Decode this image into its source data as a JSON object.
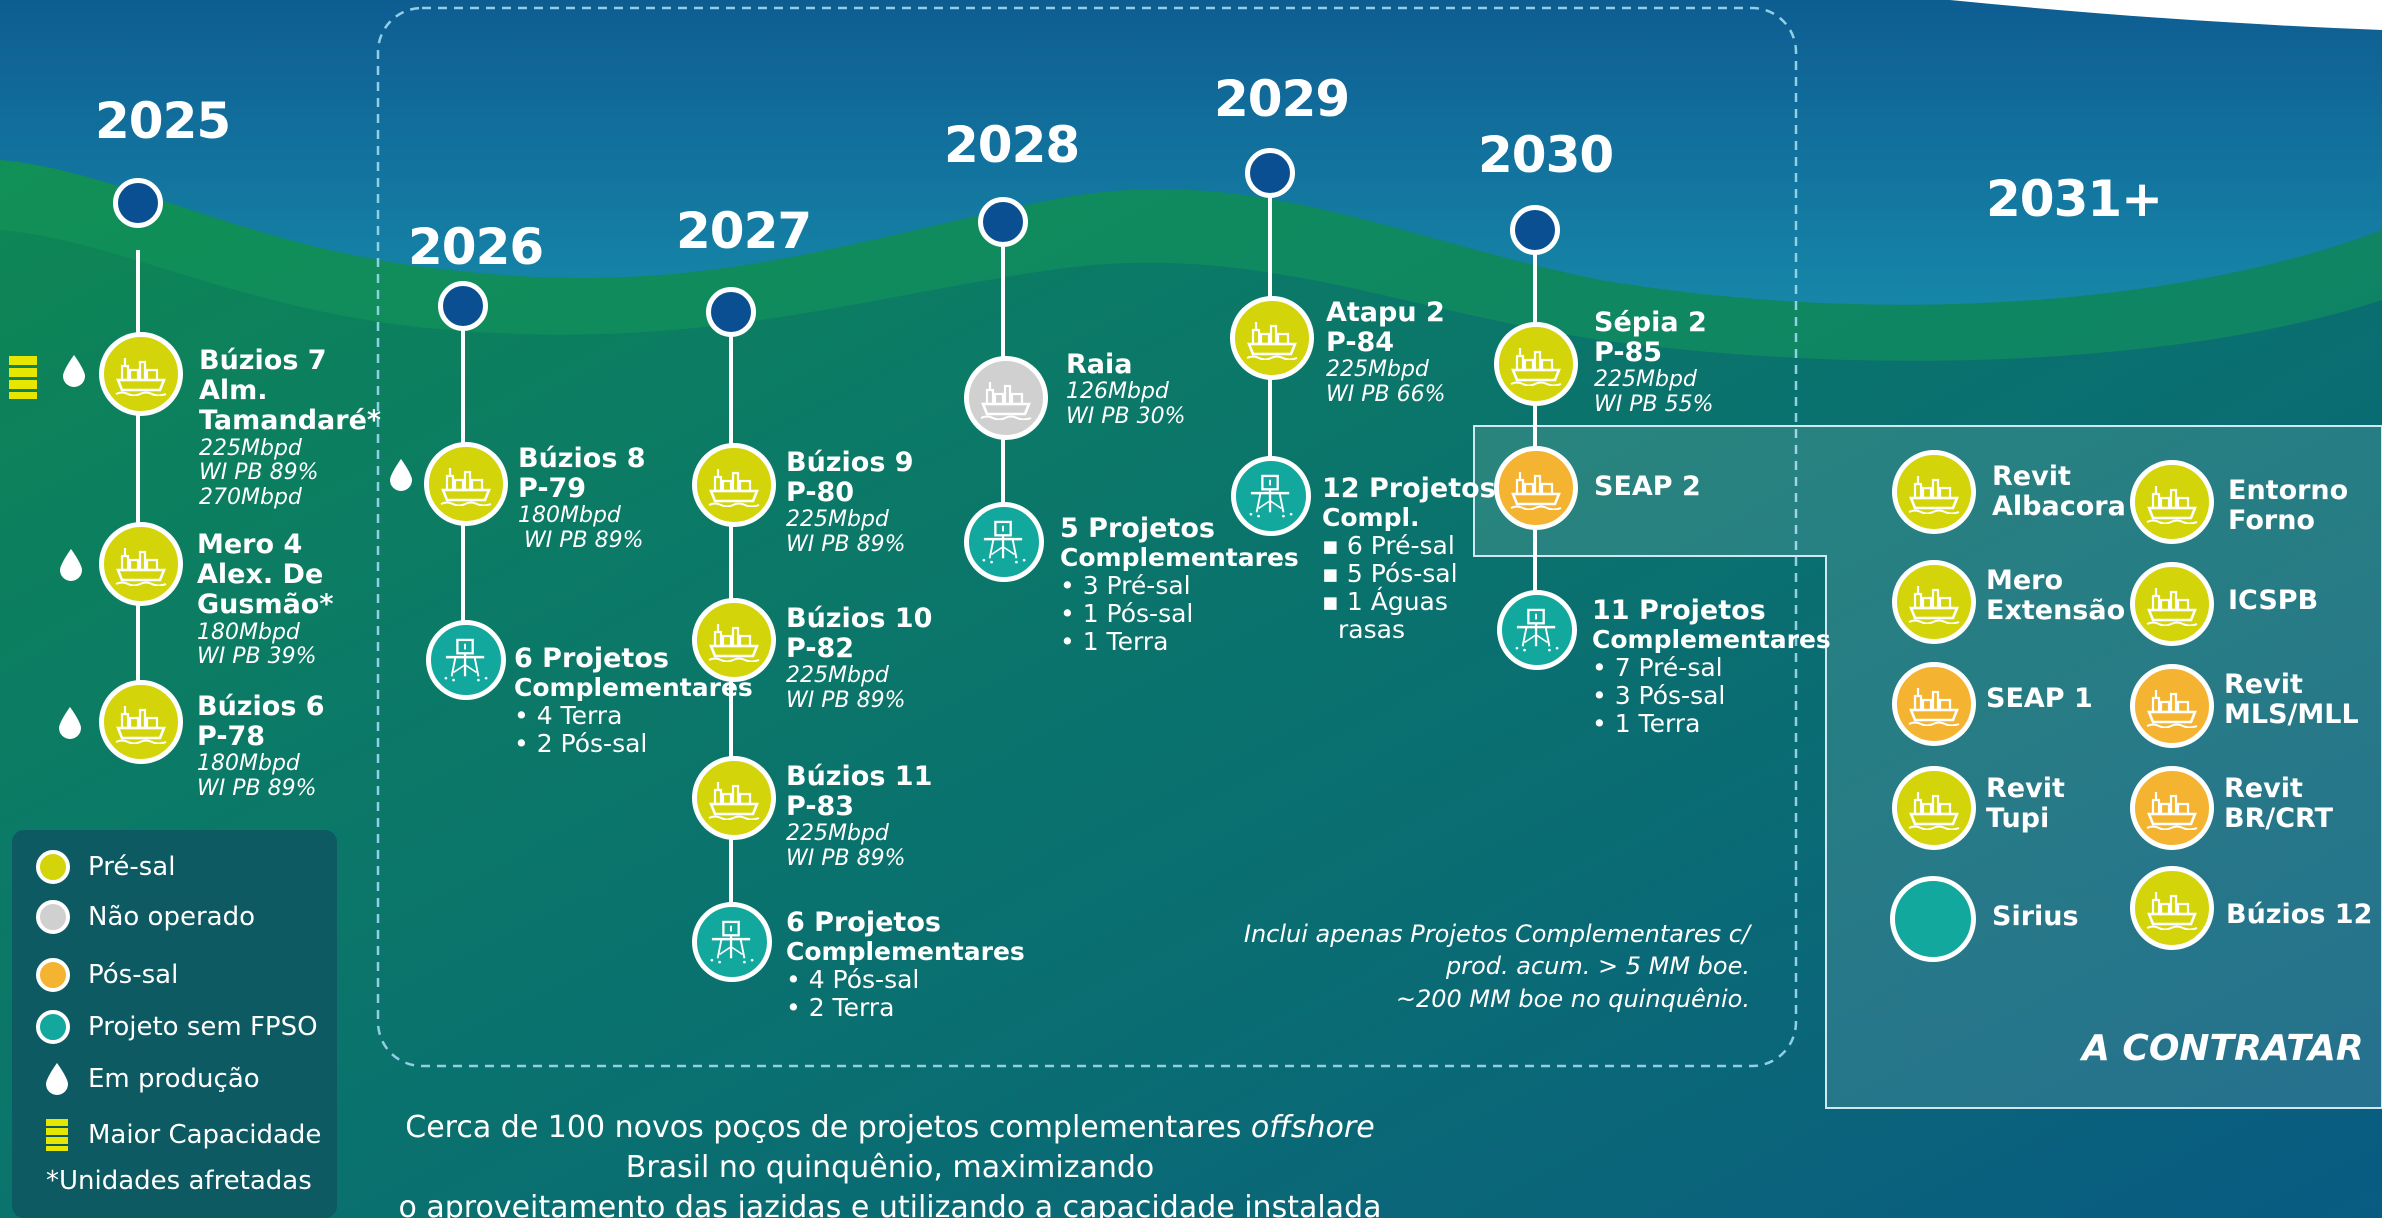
{
  "years": {
    "y2025": "2025",
    "y2026": "2026",
    "y2027": "2027",
    "y2028": "2028",
    "y2029": "2029",
    "y2030": "2030",
    "y2031": "2031+"
  },
  "colors": {
    "pre_sal": "#d4d40b",
    "pos_sal": "#f4b431",
    "nao_operado": "#d0d0d0",
    "projeto_sem_fpso": "#13a89e",
    "node": "#0b4f93"
  },
  "items": {
    "buzios7": {
      "title": "Búzios 7 Alm. Tamandaré*",
      "l1": "225Mbpd",
      "l2": "WI PB 89%",
      "l3": "270Mbpd"
    },
    "mero4": {
      "title": "Mero 4  Alex. De Gusmão*",
      "l1": "180Mbpd",
      "l2": "WI PB 39%"
    },
    "buzios6": {
      "title1": "Búzios 6",
      "title2": "P-78",
      "l1": "180Mbpd",
      "l2": "WI PB 89%"
    },
    "buzios8": {
      "title1": "Búzios 8",
      "title2": "P-79",
      "l1": "180Mbpd",
      "l2": "WI PB 89%"
    },
    "proj2026": {
      "title1": "6 Projetos",
      "title2": "Complementares",
      "b1": "• 4 Terra",
      "b2": "• 2 Pós-sal"
    },
    "buzios9": {
      "title1": "Búzios 9",
      "title2": "P-80",
      "l1": "225Mbpd",
      "l2": "WI PB 89%"
    },
    "buzios10": {
      "title1": "Búzios 10",
      "title2": "P-82",
      "l1": "225Mbpd",
      "l2": "WI PB 89%"
    },
    "buzios11": {
      "title1": "Búzios 11",
      "title2": "P-83",
      "l1": "225Mbpd",
      "l2": "WI PB 89%"
    },
    "proj2027": {
      "title1": "6 Projetos",
      "title2": "Complementares",
      "b1": "• 4 Pós-sal",
      "b2": "• 2 Terra"
    },
    "raia": {
      "title": "Raia",
      "l1": "126Mbpd",
      "l2": "WI PB 30%"
    },
    "proj2028": {
      "title1": "5 Projetos",
      "title2": "Complementares",
      "b1": "• 3 Pré-sal",
      "b2": "• 1 Pós-sal",
      "b3": "• 1 Terra"
    },
    "atapu2": {
      "title1": "Atapu 2",
      "title2": "P-84",
      "l1": "225Mbpd",
      "l2": "WI PB 66%"
    },
    "proj2029": {
      "title1": "12 Projetos",
      "title2": "Compl.",
      "b1": "▪ 6 Pré-sal",
      "b2": "▪ 5 Pós-sal",
      "b3": "▪ 1 Águas",
      "b4": "rasas"
    },
    "sepia2": {
      "title1": "Sépia 2",
      "title2": "P-85",
      "l1": "225Mbpd",
      "l2": "WI PB 55%"
    },
    "seap2": {
      "title": "SEAP 2"
    },
    "proj2030": {
      "title1": "11 Projetos",
      "title2": "Complementares",
      "b1": "• 7 Pré-sal",
      "b2": "• 3 Pós-sal",
      "b3": "• 1 Terra"
    }
  },
  "contratar": {
    "items": [
      {
        "label1": "Revit",
        "label2": "Albacora"
      },
      {
        "label1": "Entorno",
        "label2": "Forno"
      },
      {
        "label1": "Mero",
        "label2": "Extensão"
      },
      {
        "label1": "ICSPB",
        "label2": ""
      },
      {
        "label1": "SEAP 1",
        "label2": ""
      },
      {
        "label1": "Revit",
        "label2": "MLS/MLL"
      },
      {
        "label1": "Revit",
        "label2": "Tupi"
      },
      {
        "label1": "Revit",
        "label2": "BR/CRT"
      },
      {
        "label1": "Sirius",
        "label2": ""
      },
      {
        "label1": "Búzios 12",
        "label2": ""
      }
    ],
    "title": "A CONTRATAR"
  },
  "note": {
    "l1": "Inclui apenas Projetos Complementares c/",
    "l2": "prod. acum. > 5 MM boe.",
    "l3": "~200 MM boe no quinquênio."
  },
  "legend": {
    "pre_sal": "Pré-sal",
    "nao_operado": "Não operado",
    "pos_sal": "Pós-sal",
    "sem_fpso": "Projeto sem FPSO",
    "em_producao": "Em produção",
    "maior_cap": "Maior Capacidade",
    "afretadas": "*Unidades afretadas"
  },
  "footer": {
    "l1a": "Cerca de 100 novos poços de projetos complementares ",
    "l1b": "offshore",
    "l1c": " Brasil no quinquênio, maximizando",
    "l2": "o aproveitamento das jazidas e utilizando a capacidade instalada em unidades existentes"
  }
}
